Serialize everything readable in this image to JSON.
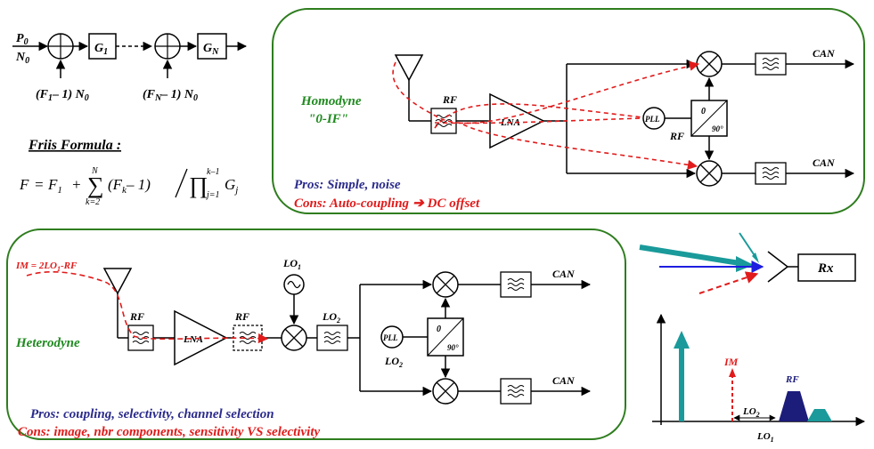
{
  "friis": {
    "p0": "P",
    "p0_sub": "0",
    "n0": "N",
    "n0_sub": "0",
    "g1": "G",
    "g1_sub": "1",
    "gn": "G",
    "gn_sub": "N",
    "noise1_a": "(F",
    "noise1_sub": "1",
    "noise1_b": "– 1) N",
    "noise1_sub2": "0",
    "noisen_a": "(F",
    "noisen_sub": "N",
    "noisen_b": "– 1) N",
    "noisen_sub2": "0",
    "formula_title": "Friis Formula :",
    "f": "F",
    "eq": "=",
    "f1": "F",
    "f1_sub": "1",
    "plus": "+",
    "sum_top": "N",
    "sum_bot": "k=2",
    "term": "(F",
    "term_sub": "k",
    "term_b": "– 1)",
    "prod_top": "k–1",
    "prod_bot": "j=1",
    "gj": "G",
    "gj_sub": "j"
  },
  "homodyne": {
    "title1": "Homodyne",
    "title2": "\"0-IF\"",
    "rf": "RF",
    "lna": "LNA",
    "pll": "PLL",
    "pll_rf": "RF",
    "phase0": "0",
    "phase90": "90°",
    "can_top": "CAN",
    "can_bot": "CAN",
    "pros": "Pros: Simple, noise",
    "cons_a": "Cons: Auto-coupling",
    "cons_arrow": "➔",
    "cons_b": "DC offset"
  },
  "heterodyne": {
    "im_a": "IM = 2LO",
    "im_sub": "1",
    "im_b": "-RF",
    "title": "Heterodyne",
    "rf1": "RF",
    "lna": "LNA",
    "rf2": "RF",
    "lo1": "LO",
    "lo1_sub": "1",
    "lo2_top": "LO",
    "lo2_top_sub": "2",
    "pll": "PLL",
    "lo2": "LO",
    "lo2_sub": "2",
    "phase0": "0",
    "phase90": "90°",
    "can_top": "CAN",
    "can_bot": "CAN",
    "pros": "Pros: coupling, selectivity, channel selection",
    "cons": "Cons: image, nbr components, sensitivity VS selectivity"
  },
  "rx": {
    "label": "Rx"
  },
  "spectrum": {
    "im": "IM",
    "rf": "RF",
    "lo2": "LO",
    "lo2_sub": "2",
    "lo1": "LO",
    "lo1_sub": "1"
  },
  "colors": {
    "panel_border": "#2e7d1e",
    "green_text": "#1f8a1f",
    "blue_text": "#2b2b8c",
    "red": "#e11b1b",
    "teal": "#1a9a9a",
    "navy": "#1c1c7a"
  }
}
